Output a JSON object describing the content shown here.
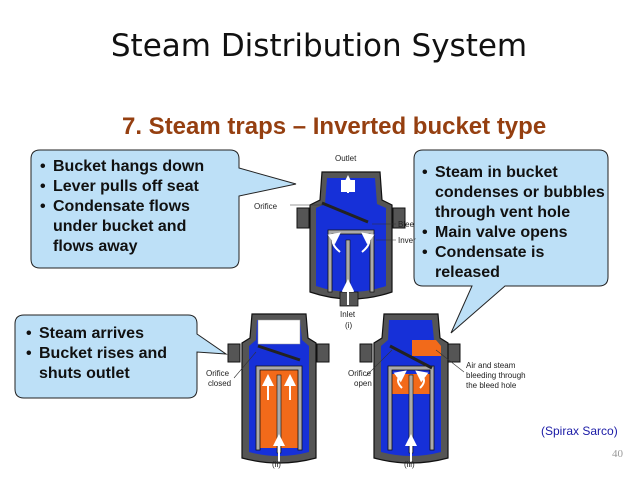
{
  "title": "Steam Distribution System",
  "subtitle": "7. Steam traps – Inverted bucket type",
  "callouts": {
    "top_left": [
      "Bucket hangs down",
      "Lever pulls off seat",
      "Condensate flows",
      "under bucket and",
      "flows away"
    ],
    "top_right": [
      "Steam in bucket",
      "condenses or bubbles",
      "through vent hole",
      "Main valve opens",
      "Condensate is",
      "released"
    ],
    "bottom_left": [
      "Steam arrives",
      "Bucket rises and",
      "shuts outlet"
    ]
  },
  "diagram_labels": {
    "outlet": "Outlet",
    "orifice": "Orifice",
    "bleed": "Blee",
    "inverted": "Inver",
    "inlet": "Inlet",
    "fig1": "(i)",
    "orifice_closed_1": "Orifice",
    "orifice_closed_2": "closed",
    "orifice_open_1": "Orifice",
    "orifice_open_2": "open",
    "air_steam_1": "Air and steam",
    "air_steam_2": "bleeding through",
    "air_steam_3": "the bleed hole",
    "fig2": "(ii)",
    "fig3": "(iii)"
  },
  "credit": "(Spirax Sarco)",
  "page_number": "40",
  "colors": {
    "steam": "#1630d8",
    "condensate": "#f26a1a",
    "callout_fill": "#bde0f7",
    "callout_border": "#222222",
    "title_accent": "#953f10"
  }
}
